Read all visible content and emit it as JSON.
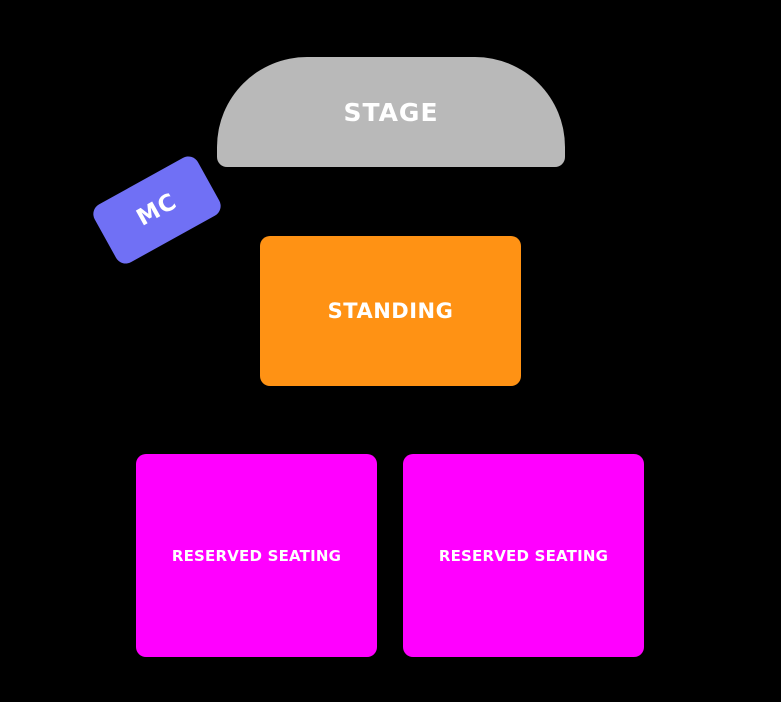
{
  "venue_map": {
    "stage": {
      "label": "STAGE",
      "color": "#b9b9b9"
    },
    "mc": {
      "label": "MC",
      "color": "#7070f5"
    },
    "standing": {
      "label": "STANDING",
      "color": "#ff9214"
    },
    "reserved": [
      {
        "label": "RESERVED SEATING",
        "color": "#ff00ff"
      },
      {
        "label": "RESERVED SEATING",
        "color": "#ff00ff"
      }
    ]
  }
}
